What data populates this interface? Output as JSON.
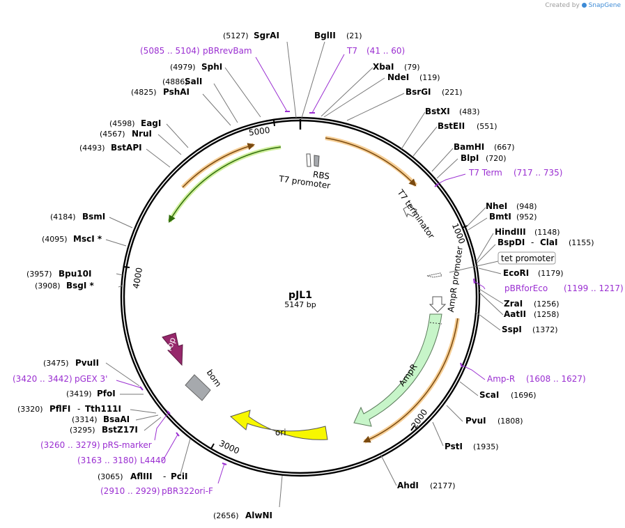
{
  "credit": {
    "prefix": "Created by",
    "brand": "SnapGene"
  },
  "plasmid": {
    "name": "pJL1",
    "size_label": "5147 bp"
  },
  "ticks": [
    "1000",
    "2000",
    "3000",
    "4000",
    "5000"
  ],
  "sites": [
    {
      "name": "SgrAI",
      "pos": "(5127)"
    },
    {
      "name": "BglII",
      "pos": "(21)"
    },
    {
      "name": "XbaI",
      "pos": "(79)"
    },
    {
      "name": "NdeI",
      "pos": "(119)"
    },
    {
      "name": "BsrGI",
      "pos": "(221)"
    },
    {
      "name": "BstXI",
      "pos": "(483)"
    },
    {
      "name": "BstEII",
      "pos": "(551)"
    },
    {
      "name": "BamHI",
      "pos": "(667)"
    },
    {
      "name": "BlpI",
      "pos": "(720)"
    },
    {
      "name": "NheI",
      "pos": "(948)"
    },
    {
      "name": "BmtI",
      "pos": "(952)"
    },
    {
      "name": "HindIII",
      "pos": "(1148)"
    },
    {
      "name": "BspDI",
      "sep": "-",
      "name2": "ClaI",
      "pos": "(1155)"
    },
    {
      "name": "EcoRI",
      "pos": "(1179)"
    },
    {
      "name": "ZraI",
      "pos": "(1256)"
    },
    {
      "name": "AatII",
      "pos": "(1258)"
    },
    {
      "name": "SspI",
      "pos": "(1372)"
    },
    {
      "name": "ScaI",
      "pos": "(1696)"
    },
    {
      "name": "PvuI",
      "pos": "(1808)"
    },
    {
      "name": "PstI",
      "pos": "(1935)"
    },
    {
      "name": "AhdI",
      "pos": "(2177)"
    },
    {
      "name": "AlwNI",
      "pos": "(2656)"
    },
    {
      "name": "AflIII",
      "sep": "-",
      "name2": "PciI",
      "pos": "(3065)"
    },
    {
      "name": "BstZ17I",
      "pos": "(3295)"
    },
    {
      "name": "BsaAI",
      "pos": "(3314)"
    },
    {
      "name": "PflFI",
      "sep": "-",
      "name2": "Tth111I",
      "pos": "(3320)"
    },
    {
      "name": "PfoI",
      "pos": "(3419)"
    },
    {
      "name": "PvuII",
      "pos": "(3475)"
    },
    {
      "name": "BsgI *",
      "pos": "(3908)"
    },
    {
      "name": "Bpu10I",
      "pos": "(3957)"
    },
    {
      "name": "MscI *",
      "pos": "(4095)"
    },
    {
      "name": "BsmI",
      "pos": "(4184)"
    },
    {
      "name": "BstAPI",
      "pos": "(4493)"
    },
    {
      "name": "NruI",
      "pos": "(4567)"
    },
    {
      "name": "EagI",
      "pos": "(4598)"
    },
    {
      "name": "PshAI",
      "pos": "(4825)"
    },
    {
      "name": "SalI",
      "pos": "(4886)"
    },
    {
      "name": "SphI",
      "pos": "(4979)"
    }
  ],
  "primers": [
    {
      "name": "pBRrevBam",
      "range": "(5085 .. 5104)"
    },
    {
      "name": "T7",
      "range": "(41 .. 60)"
    },
    {
      "name": "T7 Term",
      "range": "(717 .. 735)"
    },
    {
      "name": "pBRforEco",
      "range": "(1199 .. 1217)"
    },
    {
      "name": "Amp-R",
      "range": "(1608 .. 1627)"
    },
    {
      "name": "pBR322ori-F",
      "range": "(2910 .. 2929)"
    },
    {
      "name": "L4440",
      "range": "(3163 .. 3180)"
    },
    {
      "name": "pRS-marker",
      "range": "(3260 .. 3279)"
    },
    {
      "name": "pGEX 3'",
      "range": "(3420 .. 3442)"
    }
  ],
  "features": {
    "rbs": "RBS",
    "t7_promoter": "T7 promoter",
    "t7_terminator": "T7 terminator",
    "tet_promoter": "tet promoter",
    "ampr_promoter": "AmpR promoter",
    "ampr": "AmpR",
    "ori": "ori",
    "rop": "rop",
    "bom": "bom"
  },
  "colors": {
    "primer": "#9a2ed1",
    "ampr_fill": "#c7f5c9",
    "ori_fill": "#f7f700",
    "rop_fill": "#96286b",
    "bom_fill": "#a6a9ad",
    "orf_highlight": "#f5c98a",
    "orf_line": "#c97a14",
    "green_orf": "#4a9a15",
    "green_highlight": "#cfef9c"
  }
}
